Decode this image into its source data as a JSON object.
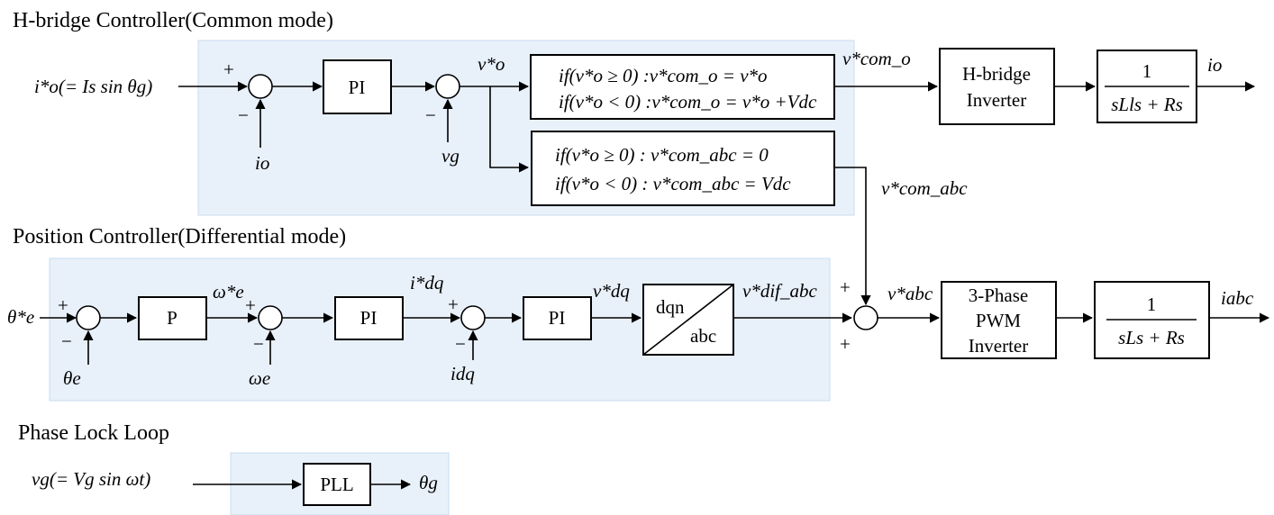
{
  "colors": {
    "region_fill": "#e8f0fa",
    "line": "#000000"
  },
  "sections": {
    "common": "H-bridge Controller(Common mode)",
    "differential": "Position Controller(Differential mode)",
    "pll": "Phase Lock Loop"
  },
  "common": {
    "input": "i*o(= Is sin θg)",
    "plus": "+",
    "minus": "−",
    "feedback_io": "io",
    "pi": "PI",
    "feedback_vg": "vg",
    "vo_star": "v*o",
    "cond1_line1": "if(v*o ≥ 0) :v*com_o = v*o",
    "cond1_line2": "if(v*o < 0) :v*com_o = v*o +Vdc",
    "cond2_line1": "if(v*o ≥ 0) : v*com_abc = 0",
    "cond2_line2": "if(v*o < 0) : v*com_abc = Vdc",
    "vcom_o": "v*com_o",
    "vcom_abc": "v*com_abc",
    "hbridge_line1": "H-bridge",
    "hbridge_line2": "Inverter",
    "tf_num": "1",
    "tf_den": "sLls + Rs",
    "output": "io"
  },
  "differential": {
    "input": "θ*e",
    "plus": "+",
    "minus": "−",
    "theta_fb": "θe",
    "p": "P",
    "omega_star": "ω*e",
    "omega_fb": "ωe",
    "pi1": "PI",
    "idq_star": "i*dq",
    "idq_fb": "idq",
    "pi2": "PI",
    "vdq_star": "v*dq",
    "dqn": "dqn",
    "abc": "abc",
    "vdif": "v*dif_abc",
    "vabc": "v*abc",
    "pwm_line1": "3-Phase",
    "pwm_line2": "PWM",
    "pwm_line3": "Inverter",
    "tf_num": "1",
    "tf_den": "sLs + Rs",
    "output": "iabc"
  },
  "pll": {
    "input": "vg(= Vg sin ωt)",
    "block": "PLL",
    "output": "θg"
  }
}
